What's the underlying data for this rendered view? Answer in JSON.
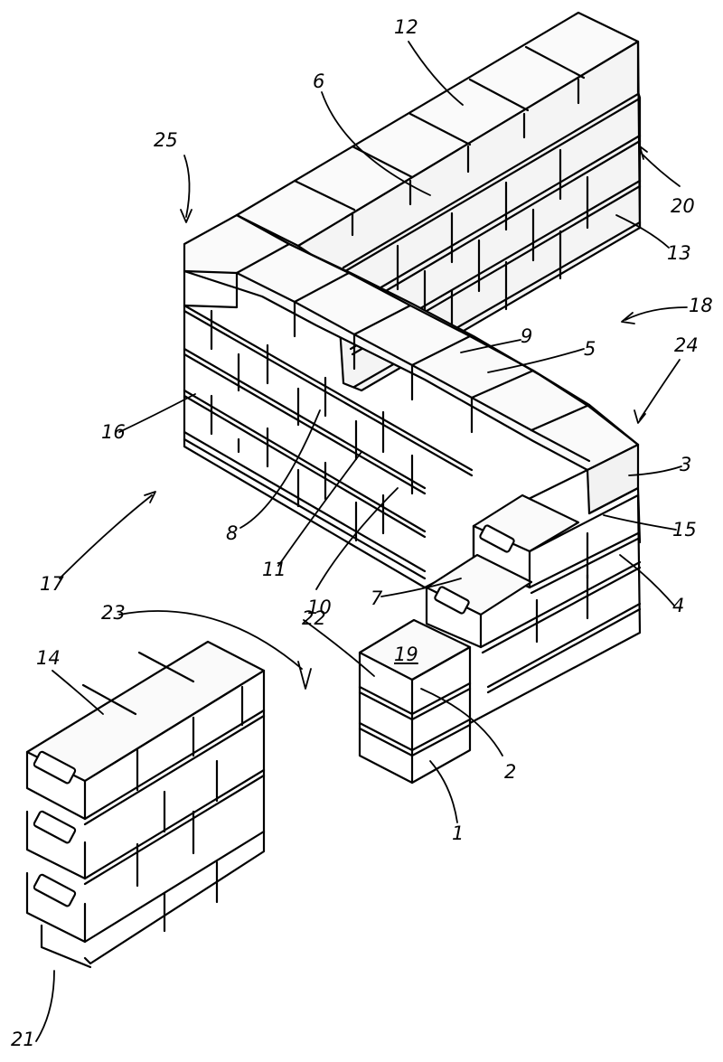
{
  "figure": {
    "colors": {
      "ink": "#000000",
      "paper": "#ffffff",
      "block_top": "#fafafa",
      "block_side": "#f2f2f2"
    },
    "reference_numerals": [
      {
        "id": "n1",
        "text": "1"
      },
      {
        "id": "n2",
        "text": "2"
      },
      {
        "id": "n3",
        "text": "3"
      },
      {
        "id": "n4",
        "text": "4"
      },
      {
        "id": "n5",
        "text": "5"
      },
      {
        "id": "n6",
        "text": "6"
      },
      {
        "id": "n7",
        "text": "7"
      },
      {
        "id": "n8",
        "text": "8"
      },
      {
        "id": "n9",
        "text": "9"
      },
      {
        "id": "n10",
        "text": "10"
      },
      {
        "id": "n11",
        "text": "11"
      },
      {
        "id": "n12",
        "text": "12"
      },
      {
        "id": "n13",
        "text": "13"
      },
      {
        "id": "n14",
        "text": "14"
      },
      {
        "id": "n15",
        "text": "15"
      },
      {
        "id": "n16",
        "text": "16"
      },
      {
        "id": "n17",
        "text": "17"
      },
      {
        "id": "n18",
        "text": "18"
      },
      {
        "id": "n19",
        "text": "19"
      },
      {
        "id": "n20",
        "text": "20"
      },
      {
        "id": "n21",
        "text": "21"
      },
      {
        "id": "n22",
        "text": "22"
      },
      {
        "id": "n23",
        "text": "23"
      },
      {
        "id": "n24",
        "text": "24"
      },
      {
        "id": "n25",
        "text": "25"
      }
    ]
  }
}
